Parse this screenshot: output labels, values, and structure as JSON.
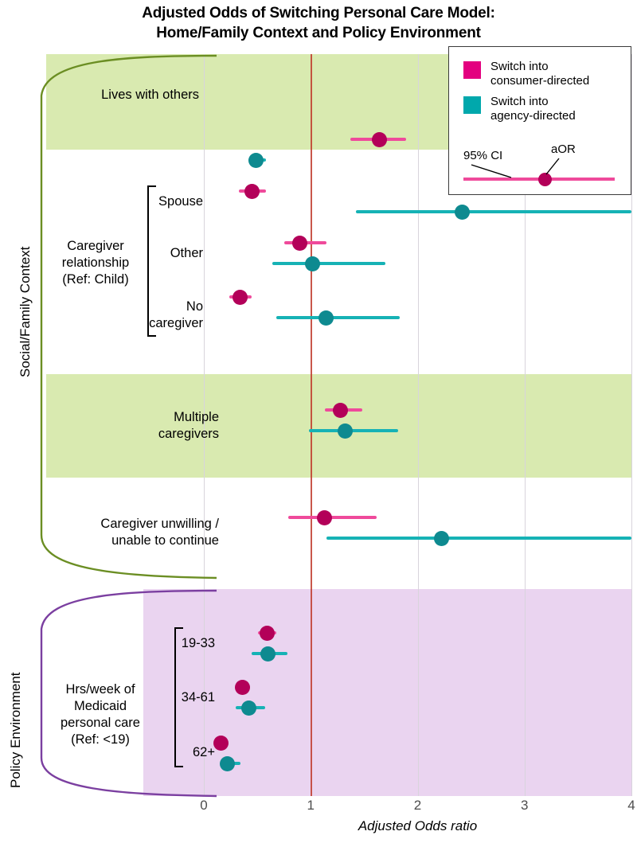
{
  "title": {
    "line1": "Adjusted Odds of Switching Personal Care Model:",
    "line2": "Home/Family Context and Policy Environment"
  },
  "legend": {
    "items": [
      {
        "label_line1": "Switch into",
        "label_line2": "consumer-directed",
        "color": "#e3007f"
      },
      {
        "label_line1": "Switch into",
        "label_line2": "agency-directed",
        "color": "#00a8ac"
      }
    ],
    "ci_label": "95% CI",
    "aor_label": "aOR",
    "sample_line_color": "#ef4a9b",
    "sample_dot_color": "#b30059"
  },
  "sections": [
    {
      "id": "social",
      "label": "Social/Family Context",
      "brace_color": "#6b8e23"
    },
    {
      "id": "policy",
      "label": "Policy Environment",
      "brace_color": "#7b3fa0"
    }
  ],
  "groups": [
    {
      "id": "caregiver-relationship",
      "label_line1": "Caregiver",
      "label_line2": "relationship",
      "label_line3": "(Ref: Child)"
    },
    {
      "id": "hrs-medicaid",
      "label_line1": "Hrs/week of",
      "label_line2": "Medicaid",
      "label_line3": "personal care",
      "label_line4": "(Ref: <19)"
    }
  ],
  "colors": {
    "consumer_dot": "#b30059",
    "consumer_ci": "#ef4a9b",
    "agency_dot": "#0e8a90",
    "agency_ci": "#16b2b5",
    "band_green": "#d9eab0",
    "band_purple": "#ead4f0",
    "reference_line": "#c0392b",
    "gridline": "#d8d4dc"
  },
  "chart_data": {
    "type": "scatter",
    "subtype": "forest-plot",
    "title": "Adjusted Odds of Switching Personal Care Model: Home/Family Context and Policy Environment",
    "xlabel": "Adjusted Odds ratio",
    "ylabel": "",
    "xlim": [
      0,
      4
    ],
    "xticks": [
      0,
      1,
      2,
      3,
      4
    ],
    "xtick_labels": [
      "0",
      "1",
      "2",
      "3",
      "4"
    ],
    "reference_value": 1,
    "grid": "vertical",
    "legend_position": "top-right",
    "series": [
      {
        "name": "Switch into consumer-directed",
        "color": "#b30059"
      },
      {
        "name": "Switch into agency-directed",
        "color": "#0e8a90"
      }
    ],
    "rows": [
      {
        "label": "Lives with others",
        "shaded": "green",
        "section": "social",
        "group": null,
        "consumer": {
          "aor": 1.64,
          "ci_low": 1.37,
          "ci_high": 1.89
        },
        "agency": {
          "aor": 0.49,
          "ci_low": 0.42,
          "ci_high": 0.58
        }
      },
      {
        "label": "Spouse",
        "shaded": "none",
        "section": "social",
        "group": "caregiver-relationship",
        "consumer": {
          "aor": 0.45,
          "ci_low": 0.33,
          "ci_high": 0.58
        },
        "agency": {
          "aor": 2.42,
          "ci_low": 1.42,
          "ci_high": 4.0,
          "ci_high_truncated": true
        }
      },
      {
        "label": "Other",
        "shaded": "none",
        "section": "social",
        "group": "caregiver-relationship",
        "consumer": {
          "aor": 0.9,
          "ci_low": 0.75,
          "ci_high": 1.15
        },
        "agency": {
          "aor": 1.02,
          "ci_low": 0.64,
          "ci_high": 1.7
        }
      },
      {
        "label_line1": "No",
        "label_line2": "caregiver",
        "label": "No caregiver",
        "shaded": "none",
        "section": "social",
        "group": "caregiver-relationship",
        "consumer": {
          "aor": 0.34,
          "ci_low": 0.24,
          "ci_high": 0.45
        },
        "agency": {
          "aor": 1.14,
          "ci_low": 0.68,
          "ci_high": 1.83
        }
      },
      {
        "label_line1": "Multiple",
        "label_line2": "caregivers",
        "label": "Multiple caregivers",
        "shaded": "green",
        "section": "social",
        "group": null,
        "consumer": {
          "aor": 1.28,
          "ci_low": 1.13,
          "ci_high": 1.48
        },
        "agency": {
          "aor": 1.32,
          "ci_low": 0.98,
          "ci_high": 1.82
        }
      },
      {
        "label_line1": "Caregiver unwilling /",
        "label_line2": "unable to continue",
        "label": "Caregiver unwilling / unable to continue",
        "shaded": "none",
        "section": "social",
        "group": null,
        "consumer": {
          "aor": 1.13,
          "ci_low": 0.79,
          "ci_high": 1.62
        },
        "agency": {
          "aor": 2.22,
          "ci_low": 1.15,
          "ci_high": 4.0,
          "ci_high_truncated": true
        }
      },
      {
        "label": "19-33",
        "shaded": "purple",
        "section": "policy",
        "group": "hrs-medicaid",
        "consumer": {
          "aor": 0.59,
          "ci_low": 0.51,
          "ci_high": 0.68
        },
        "agency": {
          "aor": 0.6,
          "ci_low": 0.45,
          "ci_high": 0.78
        }
      },
      {
        "label": "34-61",
        "shaded": "purple",
        "section": "policy",
        "group": "hrs-medicaid",
        "consumer": {
          "aor": 0.36,
          "ci_low": 0.31,
          "ci_high": 0.43
        },
        "agency": {
          "aor": 0.42,
          "ci_low": 0.3,
          "ci_high": 0.57
        }
      },
      {
        "label": "62+",
        "shaded": "purple",
        "section": "policy",
        "group": "hrs-medicaid",
        "consumer": {
          "aor": 0.16,
          "ci_low": 0.13,
          "ci_high": 0.2
        },
        "agency": {
          "aor": 0.22,
          "ci_low": 0.17,
          "ci_high": 0.34
        }
      }
    ]
  },
  "axis": {
    "title": "Adjusted Odds ratio",
    "ticks": [
      "0",
      "1",
      "2",
      "3",
      "4"
    ]
  }
}
